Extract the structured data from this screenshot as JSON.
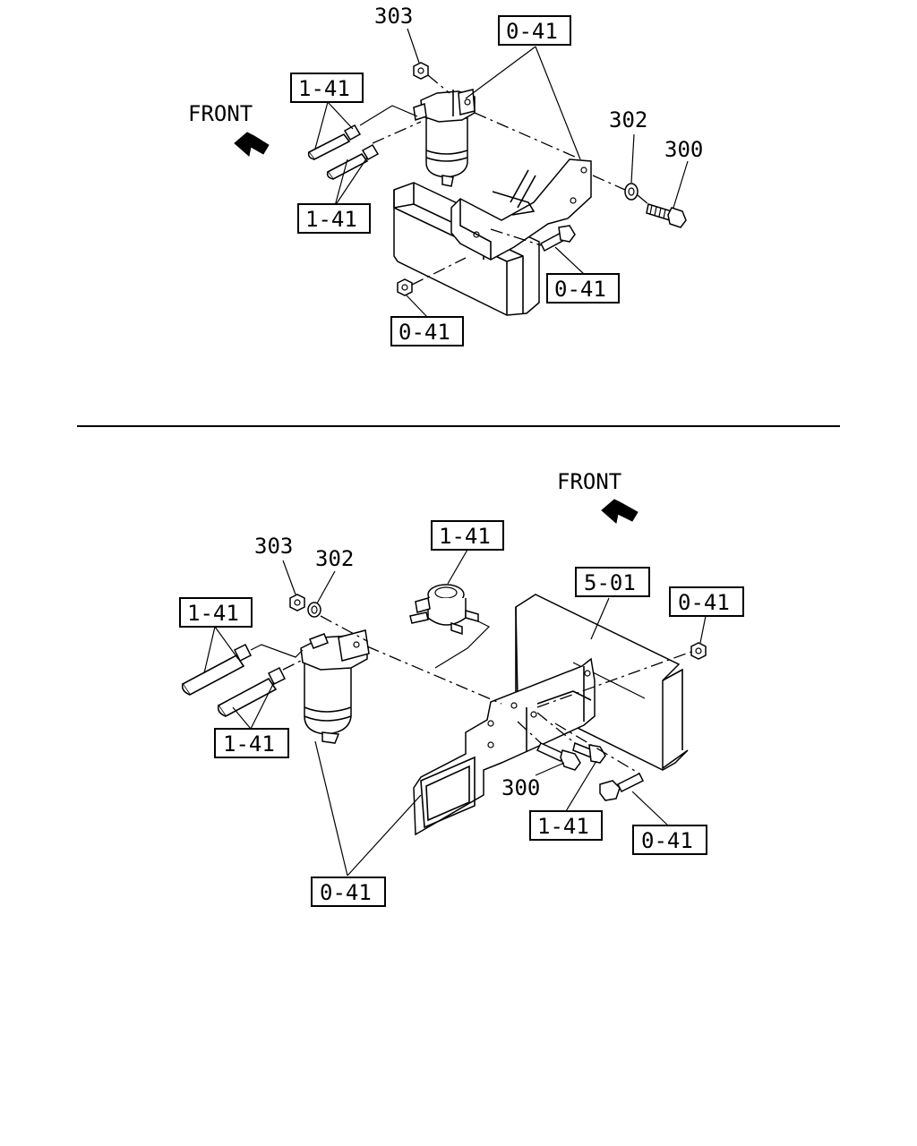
{
  "top_view": {
    "front_label": "FRONT",
    "callouts": {
      "nut_303": "303",
      "washer_302": "302",
      "bolt_300": "300",
      "ref_filter_bracket": "0-41",
      "ref_hose_upper": "1-41",
      "ref_hose_lower": "1-41",
      "ref_bolt_right": "0-41",
      "ref_nut_bottom": "0-41"
    }
  },
  "bottom_view": {
    "front_label": "FRONT",
    "callouts": {
      "nut_303": "303",
      "washer_302": "302",
      "bolt_300": "300",
      "ref_priming_pump": "1-41",
      "ref_frame": "5-01",
      "ref_nut_right": "0-41",
      "ref_hose_upper": "1-41",
      "ref_hose_lower": "1-41",
      "ref_bolt_middle": "1-41",
      "ref_bolt_right": "0-41",
      "ref_filter_bracket": "0-41"
    }
  }
}
